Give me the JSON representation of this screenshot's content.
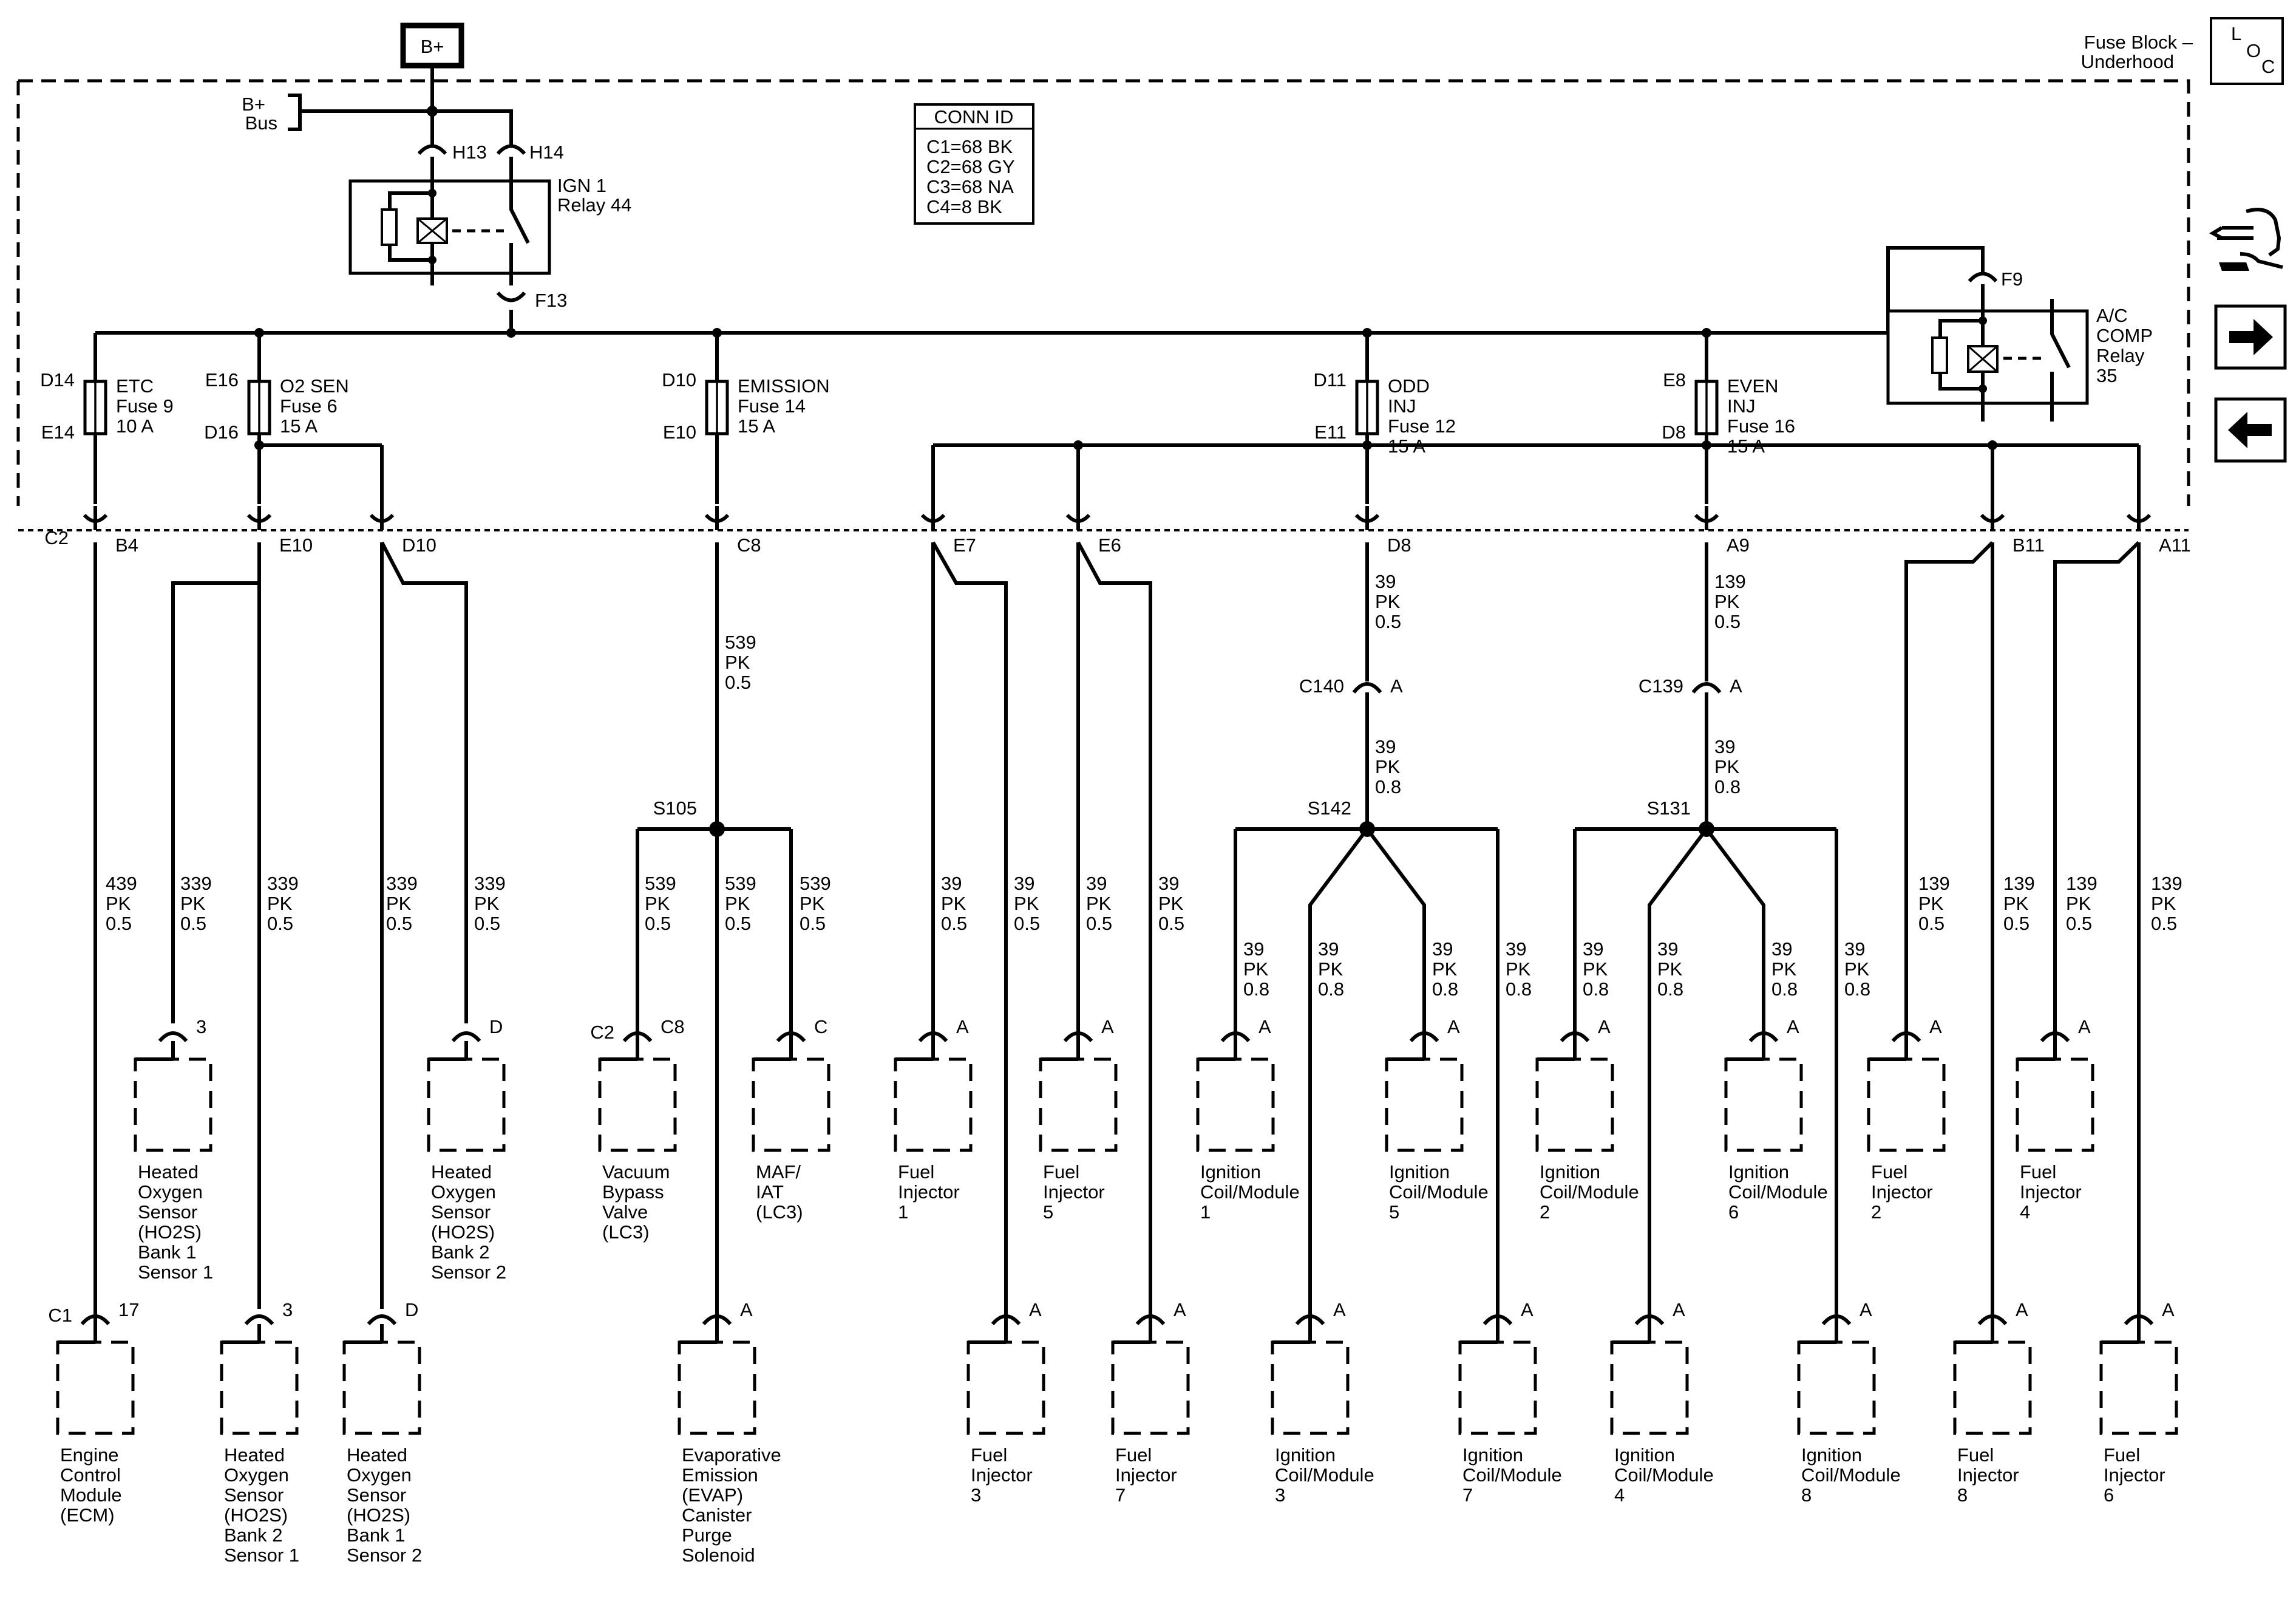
{
  "header": {
    "battery_label": "B+",
    "fuse_block_label": [
      "Fuse Block –",
      "Underhood"
    ],
    "loc_letters": [
      "L",
      "O",
      "C"
    ],
    "bus_label": [
      "B+",
      "Bus"
    ]
  },
  "conn_id": {
    "title": "CONN ID",
    "rows": [
      "C1=68 BK",
      "C2=68 GY",
      "C3=68 NA",
      "C4=8 BK"
    ]
  },
  "relays": {
    "ign1": {
      "label": [
        "IGN 1",
        "Relay 44"
      ],
      "pin_in_left": "H13",
      "pin_in_right": "H14",
      "pin_out": "F13"
    },
    "ac_comp": {
      "label": [
        "A/C",
        "COMP",
        "Relay",
        "35"
      ],
      "pin_in": "F9"
    }
  },
  "fuses": [
    {
      "id": "etc",
      "top": "D14",
      "bottom": "E14",
      "label": [
        "ETC",
        "Fuse 9",
        "10 A"
      ]
    },
    {
      "id": "o2sen",
      "top": "E16",
      "bottom": "D16",
      "label": [
        "O2 SEN",
        "Fuse 6",
        "15 A"
      ]
    },
    {
      "id": "emission",
      "top": "D10",
      "bottom": "E10",
      "label": [
        "EMISSION",
        "Fuse 14",
        "15 A"
      ]
    },
    {
      "id": "odd-inj",
      "top": "D11",
      "bottom": "E11",
      "label": [
        "ODD",
        "INJ",
        "Fuse 12",
        "15 A"
      ]
    },
    {
      "id": "even-inj",
      "top": "E8",
      "bottom": "D8",
      "label": [
        "EVEN",
        "INJ",
        "Fuse 16",
        "15 A"
      ]
    }
  ],
  "fuse_block_outputs": [
    {
      "conn": "C2",
      "pin": "B4"
    },
    {
      "pin": "E10"
    },
    {
      "pin": "D10"
    },
    {
      "pin": "C8"
    },
    {
      "pin": "E7"
    },
    {
      "pin": "E6"
    },
    {
      "pin": "D8"
    },
    {
      "pin": "A9"
    },
    {
      "pin": "B11"
    },
    {
      "pin": "A11"
    }
  ],
  "inline_connectors": [
    {
      "name": "C140",
      "pin": "A"
    },
    {
      "name": "C139",
      "pin": "A"
    }
  ],
  "splices": [
    "S105",
    "S142",
    "S131"
  ],
  "wires": {
    "w439": [
      "439",
      "PK",
      "0.5"
    ],
    "w339": [
      "339",
      "PK",
      "0.5"
    ],
    "w539": [
      "539",
      "PK",
      "0.5"
    ],
    "w39_05": [
      "39",
      "PK",
      "0.5"
    ],
    "w39_08": [
      "39",
      "PK",
      "0.8"
    ],
    "w139": [
      "139",
      "PK",
      "0.5"
    ]
  },
  "components_row1": [
    {
      "id": "ho2s-b1s1",
      "pin": "3",
      "label": [
        "Heated",
        "Oxygen",
        "Sensor",
        "(HO2S)",
        "Bank 1",
        "Sensor 1"
      ]
    },
    {
      "id": "ho2s-b2s2",
      "pin": "D",
      "label": [
        "Heated",
        "Oxygen",
        "Sensor",
        "(HO2S)",
        "Bank 2",
        "Sensor 2"
      ]
    },
    {
      "id": "vacuum-bypass",
      "conn": "C2",
      "pin": "C8",
      "label": [
        "Vacuum",
        "Bypass",
        "Valve",
        "(LC3)"
      ]
    },
    {
      "id": "maf-iat",
      "pin": "C",
      "label": [
        "MAF/",
        "IAT",
        "(LC3)"
      ]
    },
    {
      "id": "fuel-inj-1",
      "pin": "A",
      "label": [
        "Fuel",
        "Injector",
        "1"
      ]
    },
    {
      "id": "fuel-inj-5",
      "pin": "A",
      "label": [
        "Fuel",
        "Injector",
        "5"
      ]
    },
    {
      "id": "coil-1",
      "pin": "A",
      "label": [
        "Ignition",
        "Coil/Module",
        "1"
      ]
    },
    {
      "id": "coil-5",
      "pin": "A",
      "label": [
        "Ignition",
        "Coil/Module",
        "5"
      ]
    },
    {
      "id": "coil-2",
      "pin": "A",
      "label": [
        "Ignition",
        "Coil/Module",
        "2"
      ]
    },
    {
      "id": "coil-6",
      "pin": "A",
      "label": [
        "Ignition",
        "Coil/Module",
        "6"
      ]
    },
    {
      "id": "fuel-inj-2",
      "pin": "A",
      "label": [
        "Fuel",
        "Injector",
        "2"
      ]
    },
    {
      "id": "fuel-inj-4",
      "pin": "A",
      "label": [
        "Fuel",
        "Injector",
        "4"
      ]
    }
  ],
  "components_row2": [
    {
      "id": "ecm",
      "conn": "C1",
      "pin": "17",
      "label": [
        "Engine",
        "Control",
        "Module",
        "(ECM)"
      ]
    },
    {
      "id": "ho2s-b2s1",
      "pin": "3",
      "label": [
        "Heated",
        "Oxygen",
        "Sensor",
        "(HO2S)",
        "Bank 2",
        "Sensor 1"
      ]
    },
    {
      "id": "ho2s-b1s2",
      "pin": "D",
      "label": [
        "Heated",
        "Oxygen",
        "Sensor",
        "(HO2S)",
        "Bank 1",
        "Sensor 2"
      ]
    },
    {
      "id": "evap-purge",
      "pin": "A",
      "label": [
        "Evaporative",
        "Emission",
        "(EVAP)",
        "Canister",
        "Purge",
        "Solenoid"
      ]
    },
    {
      "id": "fuel-inj-3",
      "pin": "A",
      "label": [
        "Fuel",
        "Injector",
        "3"
      ]
    },
    {
      "id": "fuel-inj-7",
      "pin": "A",
      "label": [
        "Fuel",
        "Injector",
        "7"
      ]
    },
    {
      "id": "coil-3",
      "pin": "A",
      "label": [
        "Ignition",
        "Coil/Module",
        "3"
      ]
    },
    {
      "id": "coil-7",
      "pin": "A",
      "label": [
        "Ignition",
        "Coil/Module",
        "7"
      ]
    },
    {
      "id": "coil-4",
      "pin": "A",
      "label": [
        "Ignition",
        "Coil/Module",
        "4"
      ]
    },
    {
      "id": "coil-8",
      "pin": "A",
      "label": [
        "Ignition",
        "Coil/Module",
        "8"
      ]
    },
    {
      "id": "fuel-inj-8",
      "pin": "A",
      "label": [
        "Fuel",
        "Injector",
        "8"
      ]
    },
    {
      "id": "fuel-inj-6",
      "pin": "A",
      "label": [
        "Fuel",
        "Injector",
        "6"
      ]
    }
  ],
  "side_icons": [
    "navigation-icon",
    "arrow-right-icon",
    "arrow-left-icon"
  ]
}
